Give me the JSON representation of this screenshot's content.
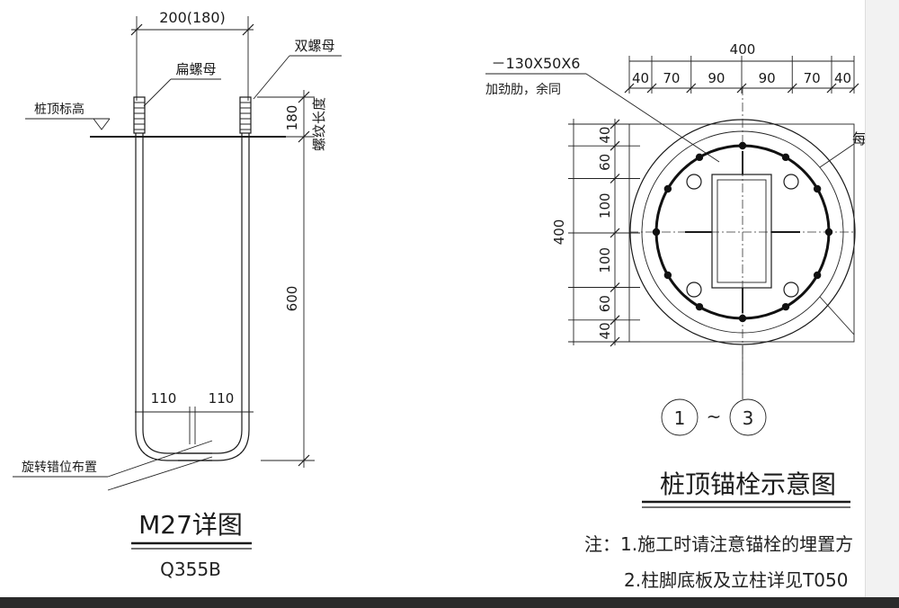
{
  "left_detail": {
    "top_dim": "200(180)",
    "flat_nut": "扁螺母",
    "double_nut": "双螺母",
    "pile_top_elev": "桩顶标高",
    "thread_dim": "180",
    "thread_len": "螺纹长度",
    "length_dim": "600",
    "half_dim_left": "110",
    "half_dim_right": "110",
    "rotate_note": "旋转错位布置",
    "title": "M27详图",
    "material": "Q355B"
  },
  "right_detail": {
    "stiffener_spec": "－130X50X6",
    "stiffener_note": "加劲肋，余同",
    "top_total": "400",
    "top_dims": [
      "40",
      "70",
      "90",
      "90",
      "70",
      "40"
    ],
    "left_total": "400",
    "left_dims": [
      "40",
      "60",
      "100",
      "100",
      "60",
      "40"
    ],
    "cut_label": "每",
    "section_from": "1",
    "section_sep": "~",
    "section_to": "3",
    "title": "桩顶锚栓示意图",
    "note1": "注：1.施工时请注意锚栓的埋置方",
    "note2": "2.柱脚底板及立柱详见T050"
  },
  "colors": {
    "line": "#1a1a1a",
    "paper": "#ffffff",
    "edge": "#f2f2f2"
  }
}
